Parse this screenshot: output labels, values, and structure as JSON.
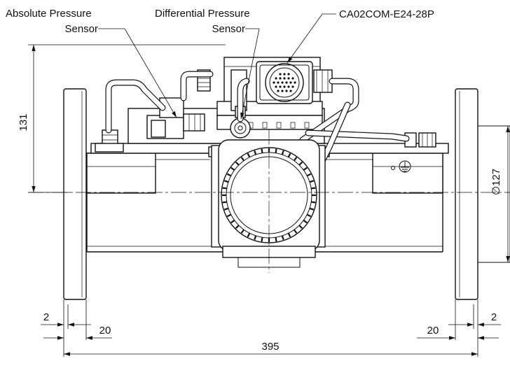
{
  "labels": {
    "absolute_sensor_line1": "Absolute Pressure",
    "absolute_sensor_line2": "Sensor",
    "differential_sensor_line1": "Differential Pressure",
    "differential_sensor_line2": "Sensor",
    "connector": "CA02COM-E24-28P"
  },
  "dimensions": {
    "height": "131",
    "diameter": "∅127",
    "flange_gap_left": "2",
    "flange_gap_right": "2",
    "flange_thickness_left": "20",
    "flange_thickness_right": "20",
    "overall_length": "395"
  }
}
